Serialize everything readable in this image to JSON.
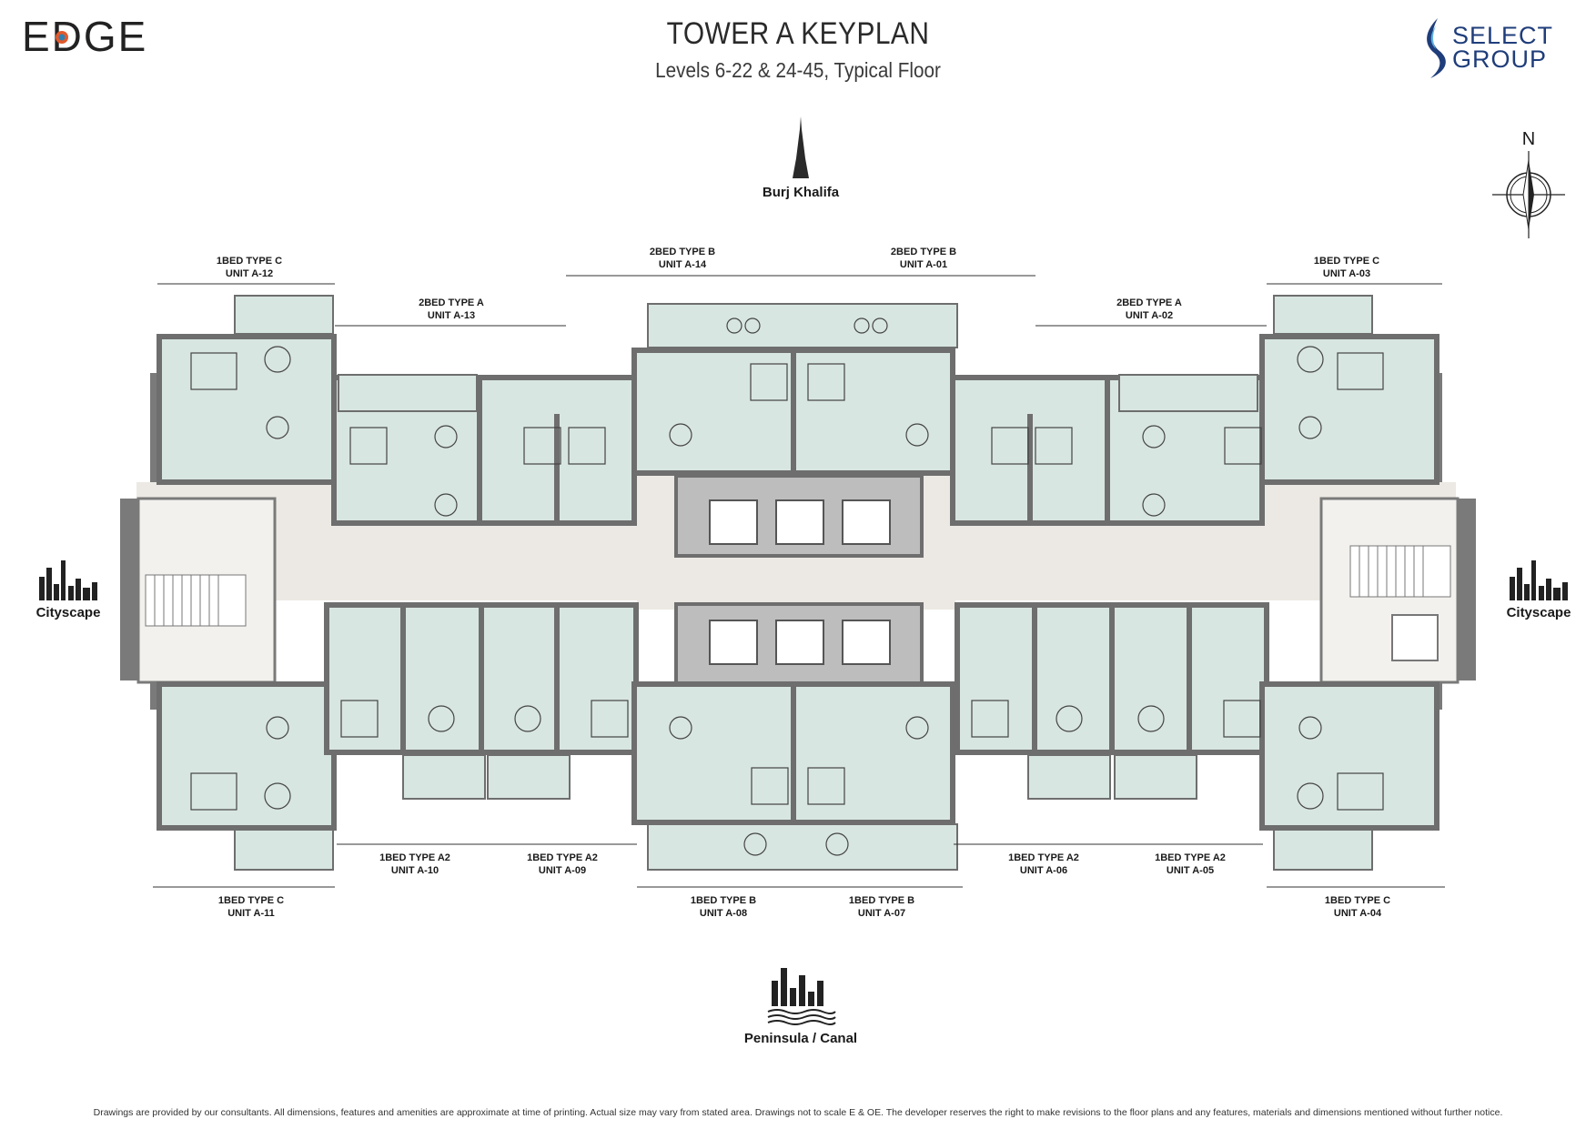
{
  "header": {
    "title": "TOWER A KEYPLAN",
    "subtitle": "Levels 6-22 & 24-45, Typical Floor",
    "edge_logo": "EDGE",
    "select_logo_line1": "SELECT",
    "select_logo_line2": "GROUP"
  },
  "orientation": {
    "north": "N",
    "top_view": "Burj Khalifa",
    "left_view": "Cityscape",
    "right_view": "Cityscape",
    "bottom_view": "Peninsula / Canal"
  },
  "units": {
    "a12": {
      "type": "1BED TYPE C",
      "unit": "UNIT A-12"
    },
    "a13": {
      "type": "2BED TYPE A",
      "unit": "UNIT A-13"
    },
    "a14": {
      "type": "2BED TYPE B",
      "unit": "UNIT A-14"
    },
    "a01": {
      "type": "2BED TYPE B",
      "unit": "UNIT A-01"
    },
    "a02": {
      "type": "2BED TYPE A",
      "unit": "UNIT A-02"
    },
    "a03": {
      "type": "1BED TYPE C",
      "unit": "UNIT A-03"
    },
    "a10": {
      "type": "1BED TYPE A2",
      "unit": "UNIT A-10"
    },
    "a09": {
      "type": "1BED TYPE A2",
      "unit": "UNIT A-09"
    },
    "a06": {
      "type": "1BED TYPE A2",
      "unit": "UNIT A-06"
    },
    "a05": {
      "type": "1BED TYPE A2",
      "unit": "UNIT A-05"
    },
    "a11": {
      "type": "1BED TYPE C",
      "unit": "UNIT A-11"
    },
    "a08": {
      "type": "1BED TYPE B",
      "unit": "UNIT A-08"
    },
    "a07": {
      "type": "1BED TYPE B",
      "unit": "UNIT A-07"
    },
    "a04": {
      "type": "1BED TYPE C",
      "unit": "UNIT A-04"
    }
  },
  "footer": {
    "disclaimer": "Drawings are provided by our consultants. All dimensions, features and amenities are approximate at time of printing.  Actual size may vary from stated area. Drawings not to scale E & OE. The developer reserves the right to make revisions to the floor plans and any features, materials and dimensions mentioned without further notice."
  },
  "colors": {
    "unit_fill": "#d8e6e1",
    "wall": "#6e6e6e",
    "corridor": "#ece9e4",
    "core": "#bdbdbd",
    "logo_blue": "#1f3d7a",
    "logo_accent": "#d9482b"
  }
}
